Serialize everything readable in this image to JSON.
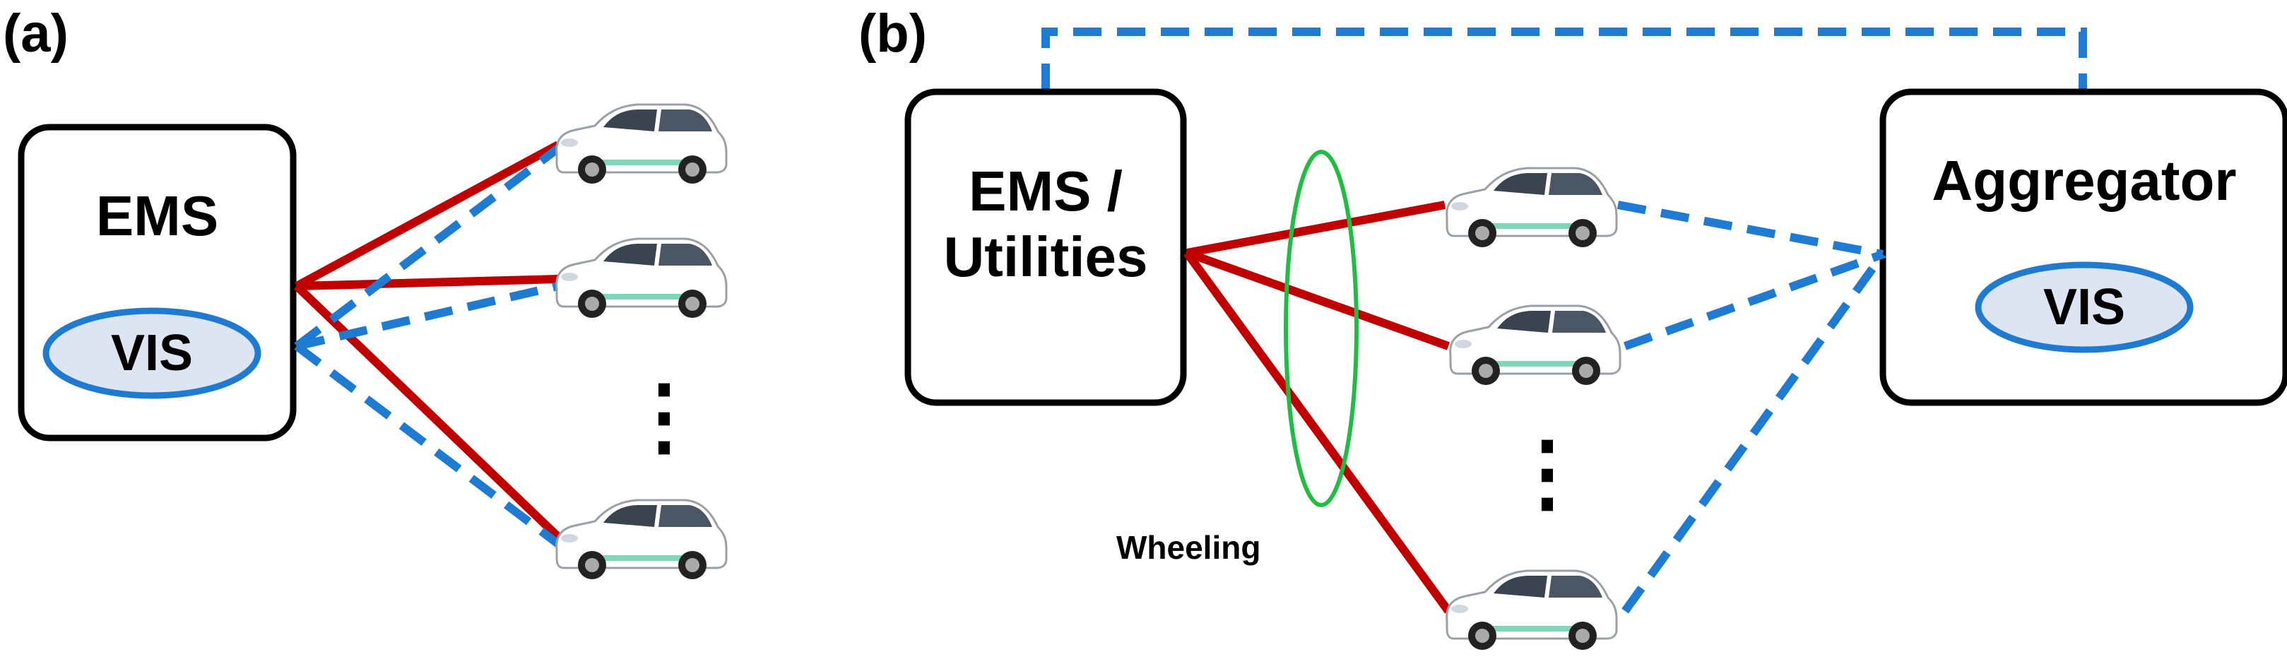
{
  "panel_a": {
    "label": "(a)",
    "ems_label": "EMS",
    "vis_label": "VIS",
    "ellipsis": "⋮"
  },
  "panel_b": {
    "label": "(b)",
    "ems_label": "EMS /",
    "ems_label_2": "Utilities",
    "aggregator_label": "Aggregator",
    "vis_label": "VIS",
    "wheeling_label": "Wheeling",
    "ellipsis": "⋮"
  },
  "colors": {
    "power_line": "#c00000",
    "comm_line": "#1f7bd1",
    "vis_fill": "#dde5f2",
    "vis_stroke": "#1f7bd1",
    "wheeling_ring": "#22bb44",
    "box_stroke": "#000000"
  },
  "icons": {
    "vehicle": "electric-car-icon"
  }
}
